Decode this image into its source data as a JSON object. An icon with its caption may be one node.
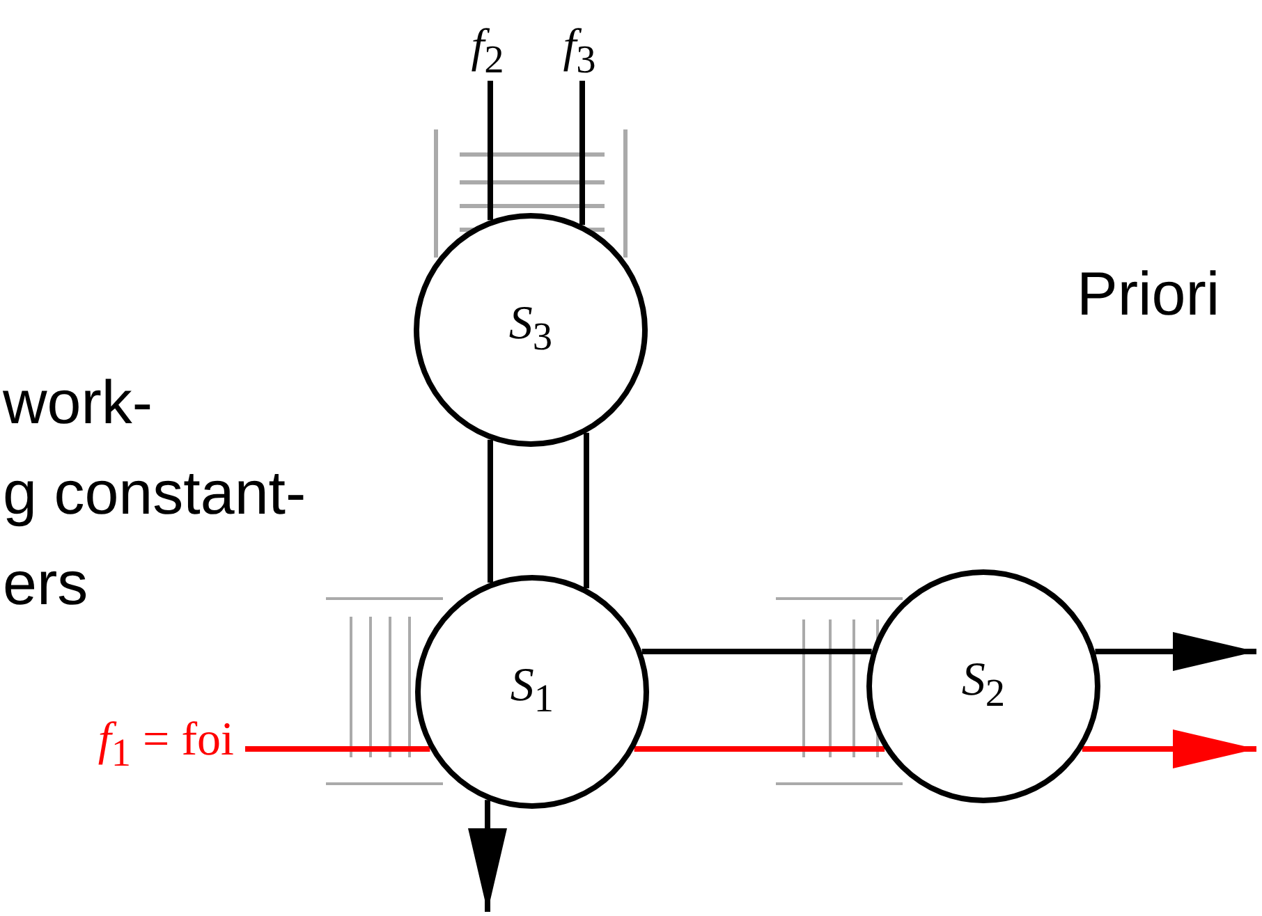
{
  "diagram": {
    "nodes": [
      {
        "text": [
          "*f*$_{2}$"
        ]
      },
      {
        "text": [
          "*f*$_{3}$"
        ]
      },
      {
        "text": [
          "*S*$_{3}$"
        ]
      },
      {
        "text": [
          "*f*$_{1}$ = foi"
        ]
      },
      {
        "text": [
          "*S*$_{1}$"
        ]
      },
      {
        "text": [
          "*S*$_{2}$"
        ]
      }
    ],
    "edges": [
      {
        "from": 0,
        "to": 2,
        "arrow": "none"
      },
      {
        "from": 1,
        "to": 2,
        "arrow": "none"
      },
      {
        "from": 2,
        "to": 4,
        "arrow": "none"
      },
      {
        "from": 2,
        "to": 4,
        "arrow": "none"
      },
      {
        "from": 4,
        "to": 5,
        "arrow": "none"
      },
      {
        "from": 4,
        "to": null,
        "arrow": "to"
      },
      {
        "from": 5,
        "to": null,
        "arrow": "to"
      },
      {
        "from": 3,
        "to": 4,
        "arrow": "none",
        "color": "#ff0000"
      },
      {
        "from": 4,
        "to": 5,
        "arrow": "none",
        "color": "#ff0000"
      },
      {
        "from": 5,
        "to": null,
        "arrow": "to",
        "color": "#ff0000"
      }
    ],
    "labels": [
      "work-",
      "g constant-",
      "ers",
      "Priori"
    ]
  }
}
